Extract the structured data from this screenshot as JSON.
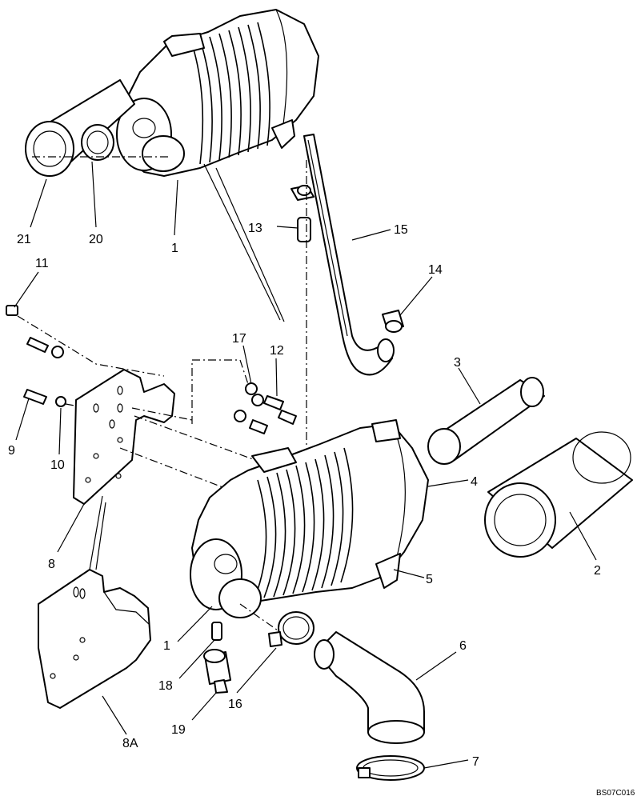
{
  "diagram": {
    "labels": {
      "l1a": "1",
      "l1b": "1",
      "l2": "2",
      "l3": "3",
      "l4": "4",
      "l5": "5",
      "l6": "6",
      "l7": "7",
      "l8": "8",
      "l8A": "8A",
      "l9": "9",
      "l10": "10",
      "l11": "11",
      "l12": "12",
      "l13": "13",
      "l14": "14",
      "l15": "15",
      "l16": "16",
      "l17": "17",
      "l18": "18",
      "l19": "19",
      "l20": "20",
      "l21": "21"
    },
    "code": "BS07C016"
  }
}
